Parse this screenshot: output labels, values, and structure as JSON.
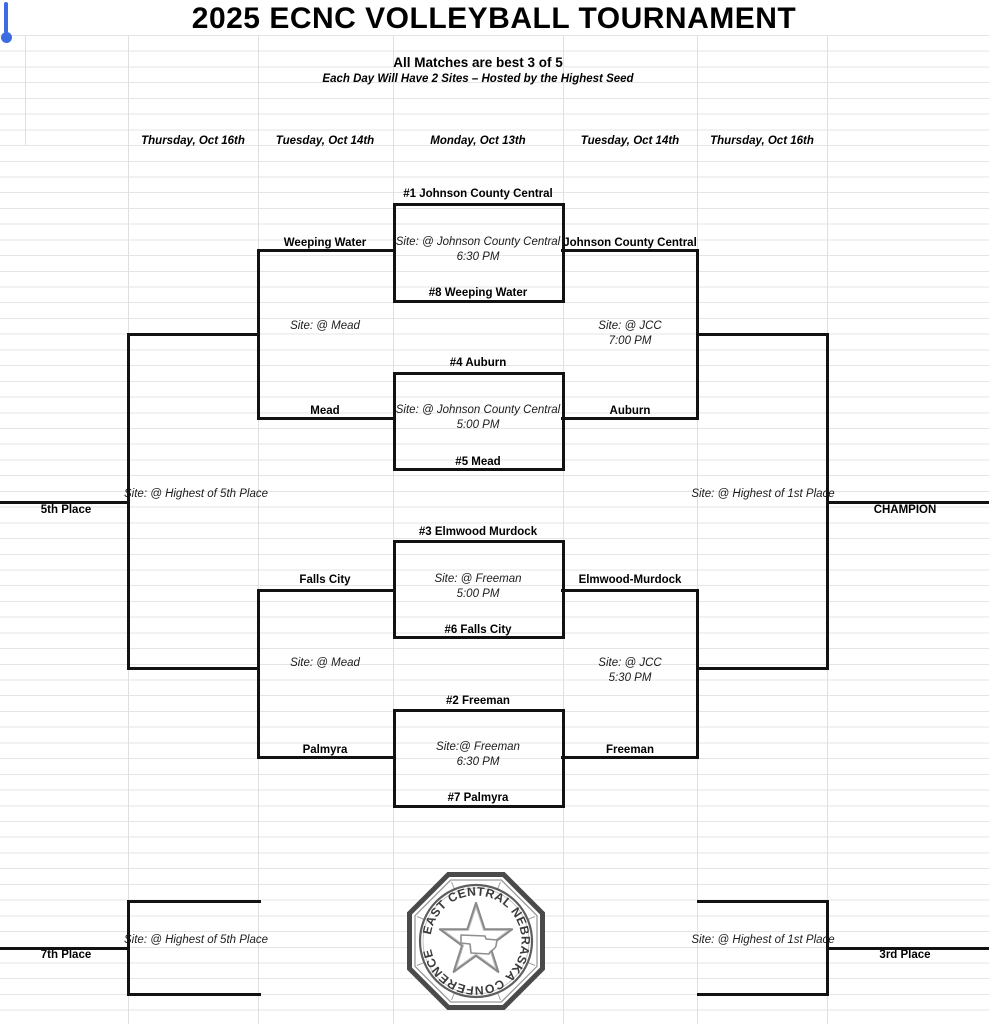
{
  "title": "2025 ECNC VOLLEYBALL TOURNAMENT",
  "subtitle": "All Matches are best 3 of 5",
  "tagline": "Each Day Will Have 2 Sites – Hosted by the Highest Seed",
  "round_dates": [
    "Thursday, Oct 16th",
    "Tuesday, Oct 14th",
    "Monday, Oct 13th",
    "Tuesday, Oct 14th",
    "Thursday, Oct 16th"
  ],
  "quarterfinals": [
    {
      "top_seed": "#1 Johnson County Central",
      "site": "Site: @ Johnson County Central",
      "time": "6:30 PM",
      "bottom_seed": "#8 Weeping Water",
      "loser": "Weeping Water",
      "winner": "Johnson County Central"
    },
    {
      "top_seed": "#4 Auburn",
      "site": "Site: @ Johnson County Central",
      "time": "5:00 PM",
      "bottom_seed": "#5 Mead",
      "loser": "Mead",
      "winner": "Auburn"
    },
    {
      "top_seed": "#3 Elmwood Murdock",
      "site": "Site: @ Freeman",
      "time": "5:00 PM",
      "bottom_seed": "#6 Falls City",
      "loser": "Falls City",
      "winner": "Elmwood-Murdock"
    },
    {
      "top_seed": "#2 Freeman",
      "site": "Site:@ Freeman",
      "time": "6:30 PM",
      "bottom_seed": "#7 Palmyra",
      "loser": "Palmyra",
      "winner": "Freeman"
    }
  ],
  "consolation_semis": {
    "top_site": "Site: @ Mead",
    "bottom_site": "Site: @ Mead"
  },
  "championship_semis": {
    "top_site": "Site: @ JCC",
    "top_time": "7:00 PM",
    "bottom_site": "Site: @ JCC",
    "bottom_time": "5:30 PM"
  },
  "placements": {
    "fifth_site": "Site: @ Highest of 5th Place",
    "fifth_label": "5th Place",
    "champ_site": "Site: @ Highest of 1st Place",
    "champ_label": "CHAMPION",
    "seventh_site": "Site: @ Highest of 5th Place",
    "seventh_label": "7th Place",
    "third_site": "Site: @ Highest of 1st Place",
    "third_label": "3rd Place"
  },
  "logo_text": "EAST CENTRAL NEBRASKA CONFERENCE",
  "colors": {
    "bracket": "#121212",
    "grid": "#e0e0e0",
    "cursor_blue": "#3d6ce0"
  }
}
